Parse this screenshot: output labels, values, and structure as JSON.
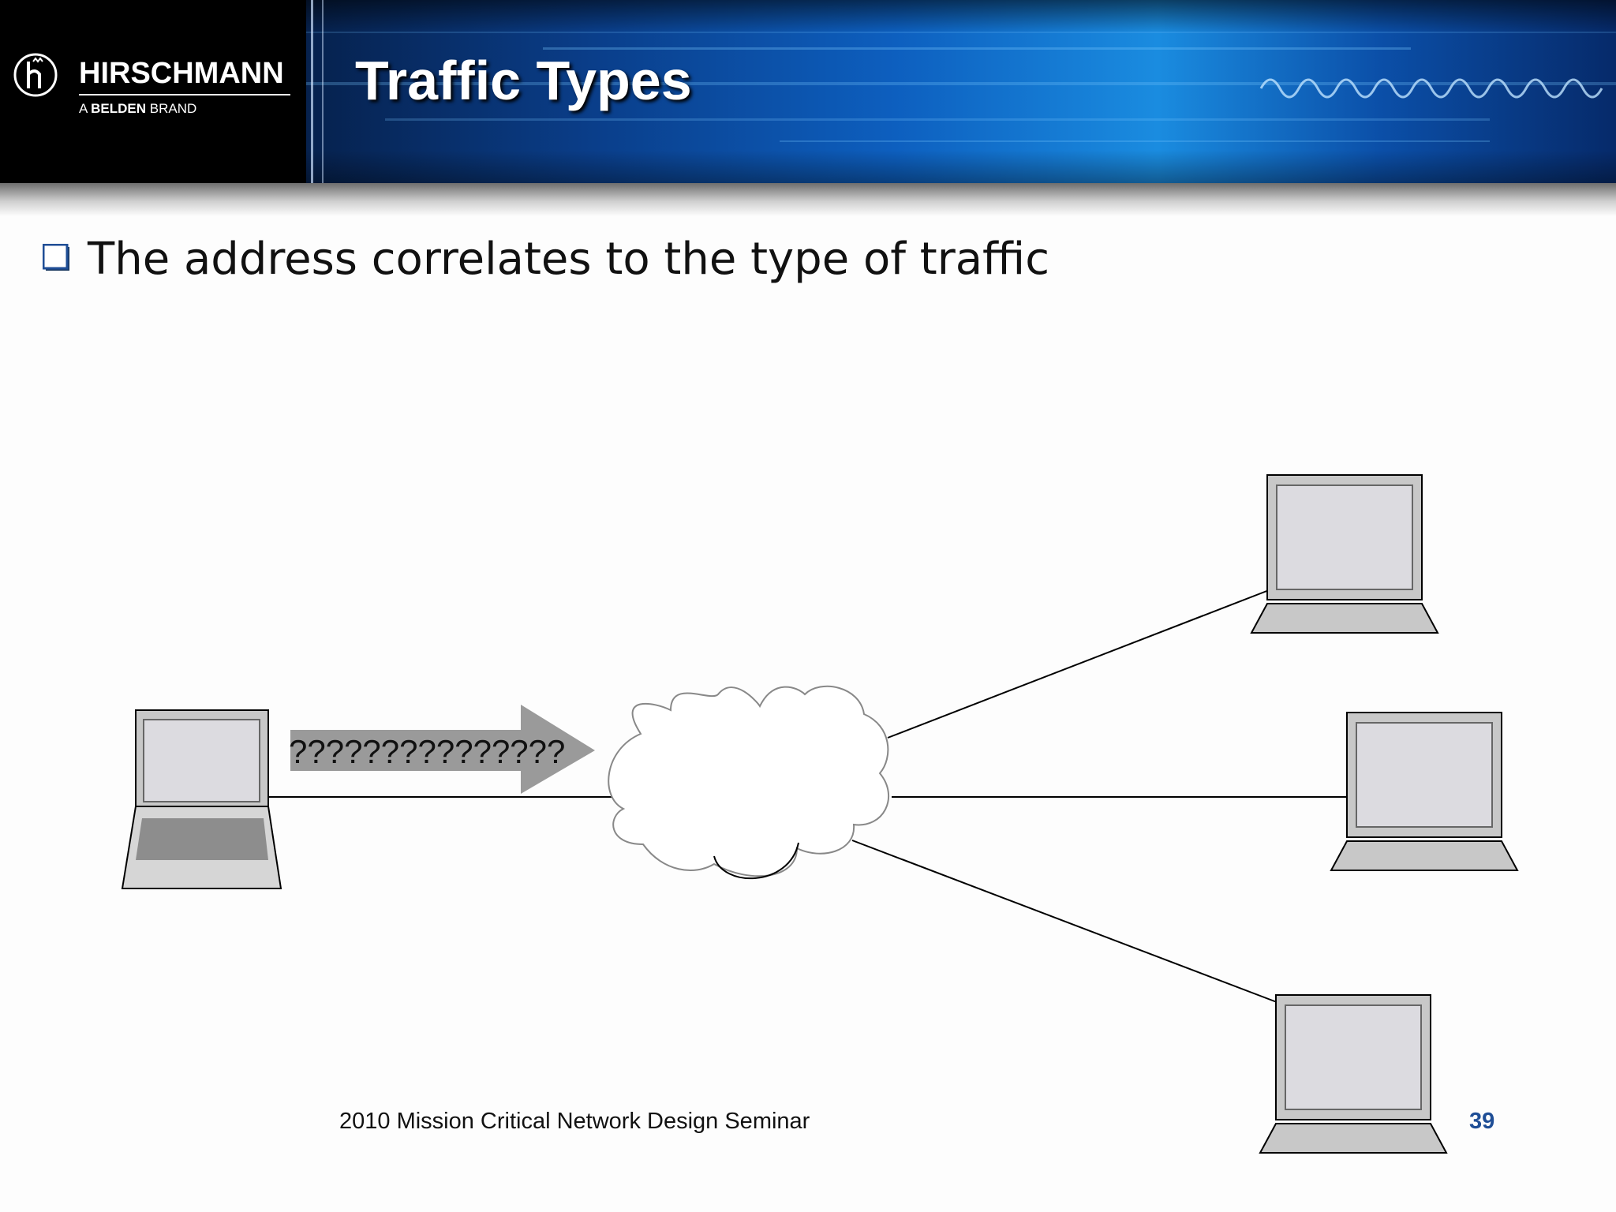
{
  "brand": {
    "name": "HIRSCHMANN",
    "tagline_prefix": "A",
    "tagline_bold": "BELDEN",
    "tagline_suffix": "BRAND"
  },
  "slide": {
    "title": "Traffic Types",
    "bullet": "The address correlates to the type of traffic"
  },
  "diagram": {
    "arrow_label": "???????????????"
  },
  "footer": {
    "text": "2010 Mission Critical Network Design Seminar",
    "page_number": "39"
  },
  "colors": {
    "title_text": "#ffffff",
    "page_number": "#1f4e96",
    "banner_blue": "#0d5fbf",
    "arrow_gray": "#9a9a9a"
  },
  "icons": [
    "hirschmann-logo-icon",
    "checkbox-bullet-icon",
    "laptop-icon",
    "cloud-icon",
    "arrow-icon"
  ]
}
